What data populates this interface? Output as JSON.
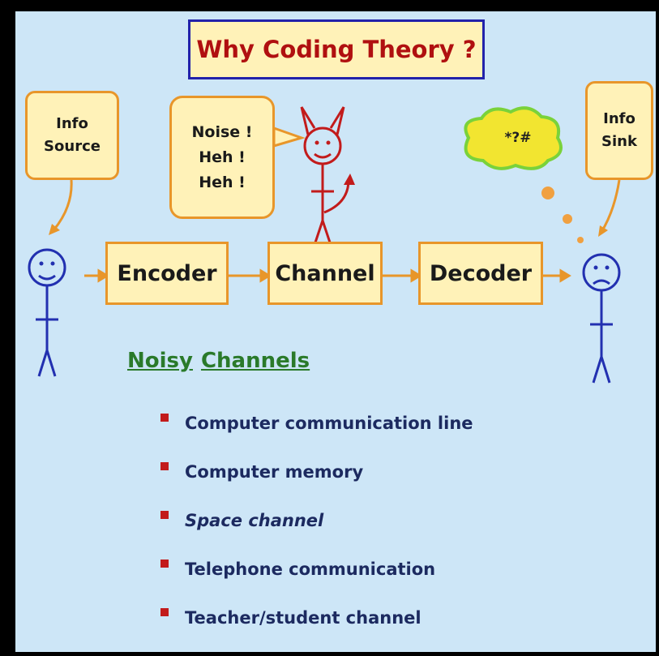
{
  "title": "Why Coding Theory ?",
  "info_source": "Info\nSource",
  "info_sink": "Info\nSink",
  "noise_bubble": "Noise !\nHeh !\nHeh !",
  "garbled": "*?#",
  "pipeline": [
    {
      "label": "Encoder"
    },
    {
      "label": "Channel"
    },
    {
      "label": "Decoder"
    }
  ],
  "heading": {
    "word1": "Noisy",
    "word2": "Channels"
  },
  "items": [
    {
      "label": "Computer communication line"
    },
    {
      "label": "Computer memory"
    },
    {
      "label": "Space channel"
    },
    {
      "label": "Telephone communication"
    },
    {
      "label": "Teacher/student channel"
    }
  ],
  "colors": {
    "box_fill": "#fff2b8",
    "box_border": "#e8962a",
    "arrow": "#e8962a",
    "figure": "#2230b0",
    "devil": "#c21b1b",
    "heading": "#2a7a2a",
    "bullet": "#c21b1b",
    "cloud_fill": "#f2e530",
    "cloud_border": "#7ad23a",
    "dot": "#f0a040"
  }
}
